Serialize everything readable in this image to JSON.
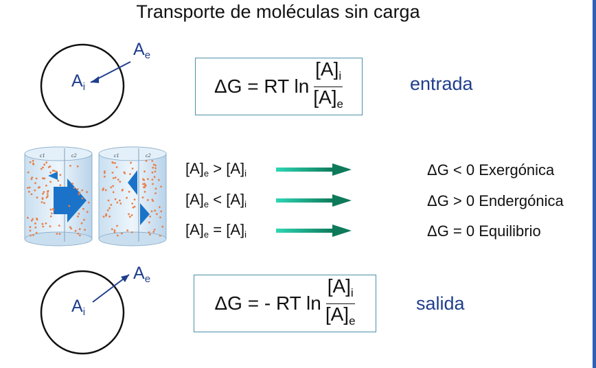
{
  "title": "Transporte de moléculas sin carga",
  "top_cell": {
    "outside_label": "A",
    "outside_sub": "e",
    "inside_label": "A",
    "inside_sub": "i"
  },
  "bottom_cell": {
    "outside_label": "A",
    "outside_sub": "e",
    "inside_label": "A",
    "inside_sub": "i"
  },
  "equation_in": {
    "lhs": "ΔG = RT ln",
    "num": "[A]",
    "num_sub": "i",
    "den": "[A]",
    "den_sub": "e",
    "label": "entrada"
  },
  "equation_out": {
    "lhs": "ΔG = - RT ln",
    "num": "[A]",
    "num_sub": "i",
    "den": "[A]",
    "den_sub": "e",
    "label": "salida"
  },
  "cylinders": {
    "compartment_labels": [
      "c1",
      "c2",
      "c1",
      "c2"
    ]
  },
  "conditions": [
    {
      "left": "[A]",
      "left_sub": "e",
      "op": ">",
      "right": "[A]",
      "right_sub": "i",
      "result": "ΔG < 0  Exergónica"
    },
    {
      "left": "[A]",
      "left_sub": "e",
      "op": "<",
      "right": "[A]",
      "right_sub": "i",
      "result": "ΔG > 0  Endergónica"
    },
    {
      "left": "[A]",
      "left_sub": "e",
      "op": "=",
      "right": "[A]",
      "right_sub": "i",
      "result": "ΔG = 0  Equilibrio"
    }
  ],
  "colors": {
    "text_blue": "#1f3e8c",
    "box_border": "#4a8fa6",
    "arrow_start": "#2ed6b4",
    "arrow_end": "#0e7a5a",
    "particle": "#e8804a"
  }
}
